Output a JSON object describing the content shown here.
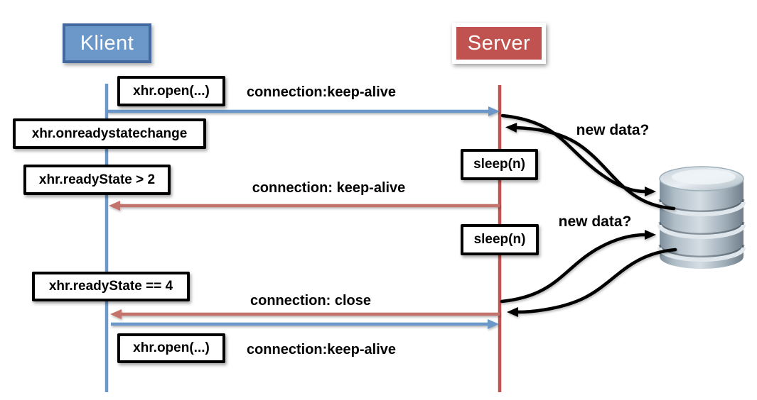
{
  "actors": {
    "client": {
      "label": "Klient"
    },
    "server": {
      "label": "Server"
    }
  },
  "client_lifeline_boxes": [
    {
      "label": "xhr.open(...)"
    },
    {
      "label": "xhr.onreadystatechange"
    },
    {
      "label": "xhr.readyState > 2"
    },
    {
      "label": "xhr.readyState == 4"
    },
    {
      "label": "xhr.open(...)"
    }
  ],
  "server_lifeline_boxes": [
    {
      "label": "sleep(n)"
    },
    {
      "label": "sleep(n)"
    }
  ],
  "messages": [
    {
      "label": "connection:keep-alive",
      "from": "Klient",
      "to": "Server",
      "color": "#6b98c8"
    },
    {
      "label": "connection: keep-alive",
      "from": "Server",
      "to": "Klient",
      "color": "#c4736c"
    },
    {
      "label": "connection: close",
      "from": "Server",
      "to": "Klient",
      "color": "#c4736c"
    },
    {
      "label": "connection:keep-alive",
      "from": "Klient",
      "to": "Server",
      "color": "#6b98c8"
    }
  ],
  "database_queries": [
    {
      "label": "new data?"
    },
    {
      "label": "new data?"
    }
  ],
  "icons": {
    "database": "database-icon"
  },
  "colors": {
    "client_fill": "#6b98c8",
    "client_border": "#44699e",
    "server_fill": "#c0534f",
    "client_lifeline": "#6b98c8",
    "server_lifeline": "#c0534f",
    "arrow_blue": "#6b98c8",
    "arrow_red": "#c4736c",
    "note_border": "#000000"
  }
}
